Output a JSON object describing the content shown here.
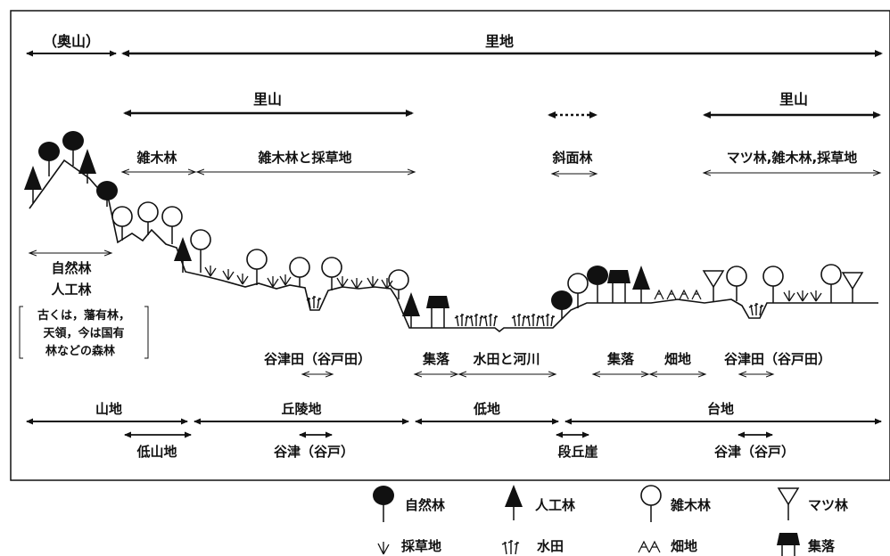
{
  "top": {
    "okuyama": "（奥山）",
    "satochi": "里地",
    "satoyama_left": "里山",
    "satoyama_right": "里山"
  },
  "forest_labels": {
    "zoukirin": "雑木林",
    "zoukirin_saisouchi": "雑木林と採草地",
    "shamenrin": "斜面林",
    "matsu_combo": "マツ林,雑木林,採草地"
  },
  "left_box": {
    "line1": "自然林",
    "line2": "人工林",
    "bracket1": "古くは，藩有林，",
    "bracket2": "天領，今は国有",
    "bracket3": "林などの森林"
  },
  "land_use": {
    "yatsuda_left": "谷津田（谷戸田）",
    "shuraku_left": "集落",
    "suiden_kasen": "水田と河川",
    "shuraku_right": "集落",
    "hatachi": "畑地",
    "yatsuda_right": "谷津田（谷戸田）"
  },
  "landform": {
    "sanchi": "山地",
    "kyouryouchi": "丘陵地",
    "teichi": "低地",
    "daichi": "台地",
    "teisanchi": "低山地",
    "yatsu_left": "谷津（谷戸）",
    "dankyugai": "段丘崖",
    "yatsu_right": "谷津（谷戸）"
  },
  "legend": {
    "shizenrin": "自然林",
    "jinkourin": "人工林",
    "zoukirin": "雑木林",
    "matsurin": "マツ林",
    "saisouchi": "採草地",
    "suiden": "水田",
    "hatachi": "畑地",
    "shuraku": "集落"
  }
}
